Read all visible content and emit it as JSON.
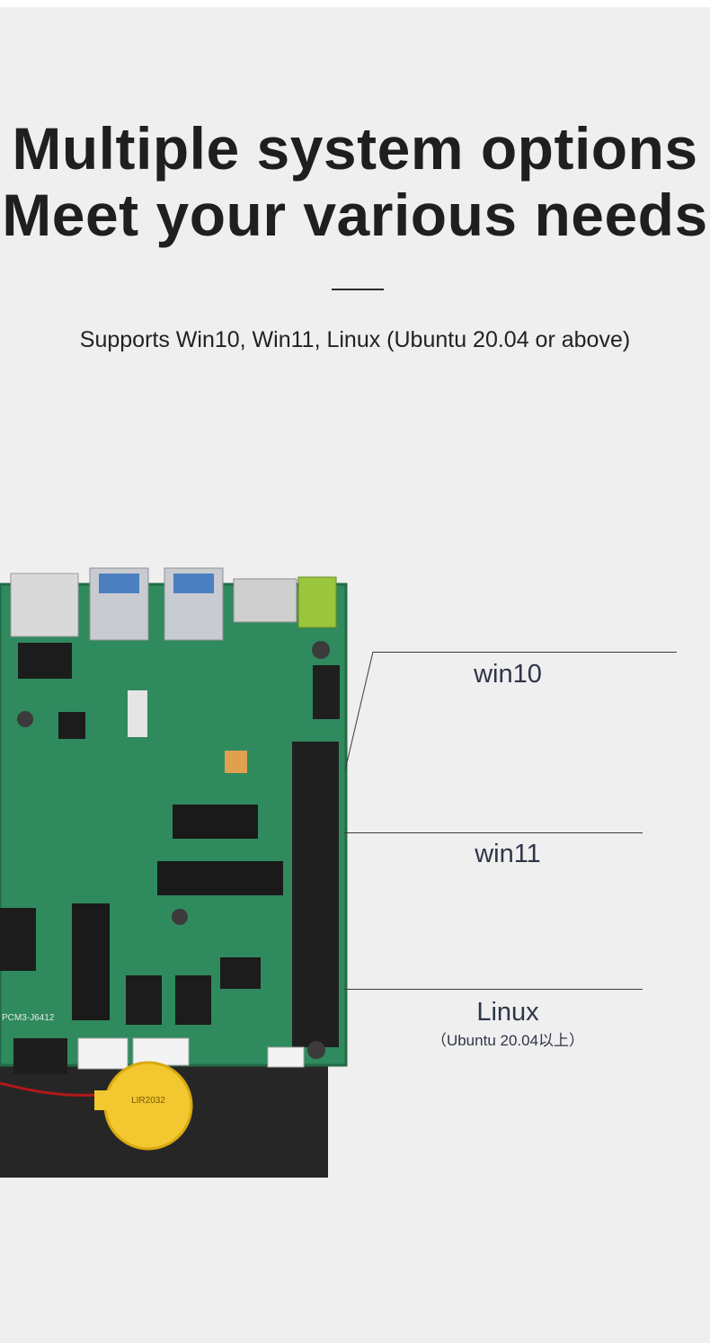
{
  "hero": {
    "title_line1": "Multiple system options",
    "title_line2": "Meet your various needs",
    "subtitle": "Supports Win10, Win11, Linux (Ubuntu 20.04 or above)"
  },
  "os_options": [
    {
      "label": "win10"
    },
    {
      "label": "win11"
    },
    {
      "label": "Linux",
      "note": "（Ubuntu 20.04以上）"
    }
  ],
  "board_marking": {
    "model": "PCM3-J6412",
    "battery_text": "LIR2032"
  },
  "colors": {
    "background": "#efefef",
    "pcb_green": "#2f8a5e",
    "title_text": "#1e1f21",
    "label_text": "#2f3548"
  }
}
